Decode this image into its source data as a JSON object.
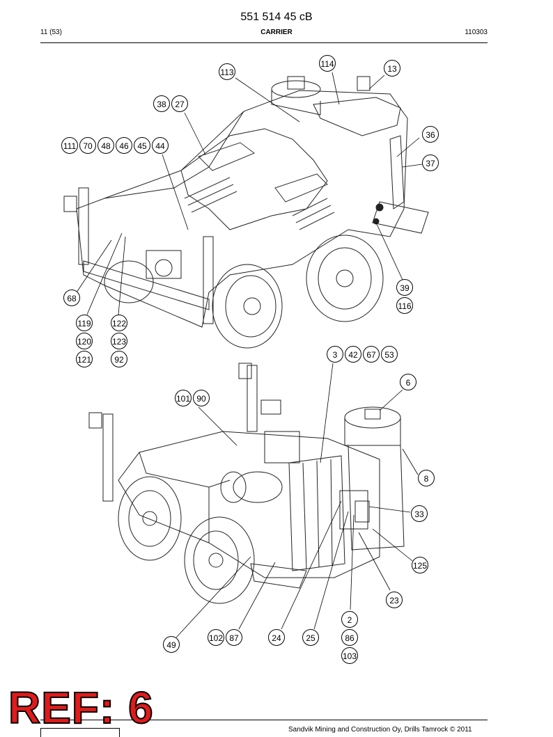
{
  "header": {
    "doc_number": "551 514 45 cB",
    "page": "11 (53)",
    "section": "CARRIER",
    "date_code": "110303"
  },
  "upper_view": {
    "callouts": [
      "114",
      "13",
      "113",
      "38",
      "27",
      "36",
      "111",
      "70",
      "48",
      "46",
      "45",
      "44",
      "37",
      "39",
      "116",
      "68",
      "119",
      "122",
      "120",
      "123",
      "121",
      "92"
    ]
  },
  "lower_view": {
    "callouts": [
      "3",
      "42",
      "67",
      "53",
      "6",
      "101",
      "90",
      "8",
      "33",
      "125",
      "23",
      "2",
      "49",
      "102",
      "87",
      "24",
      "25",
      "86",
      "103"
    ]
  },
  "stamp": {
    "text": "REF: 6",
    "color": "#e01b1b"
  },
  "footer": {
    "copyright": "Sandvik Mining and Construction Oy, Drills Tamrock © 2011"
  }
}
